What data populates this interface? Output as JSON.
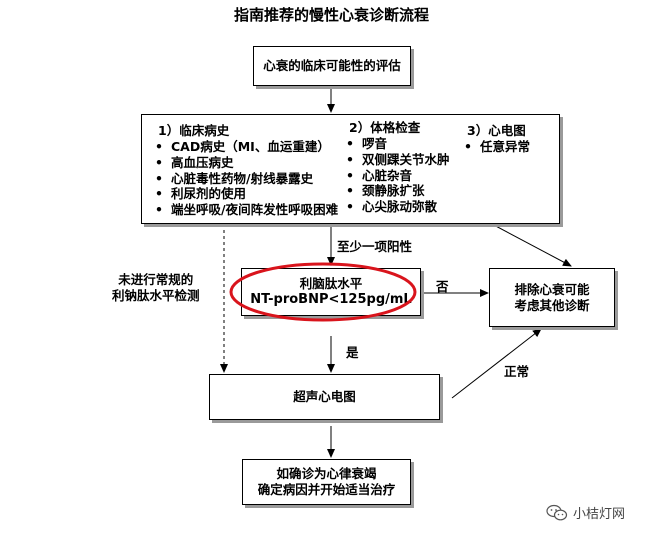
{
  "title": "指南推荐的慢性心衰诊断流程",
  "nodes": {
    "assessment": "心衰的临床可能性的评估",
    "history": {
      "heading": "1）临床病史",
      "items": [
        "CAD病史（MI、血运重建）",
        "高血压病史",
        "心脏毒性药物/射线暴露史",
        "利尿剂的使用",
        "端坐呼吸/夜间阵发性呼吸困难"
      ]
    },
    "exam": {
      "heading": "2）体格检查",
      "items": [
        "啰音",
        "双侧踝关节水肿",
        "心脏杂音",
        "颈静脉扩张",
        "心尖脉动弥散"
      ]
    },
    "ecg": {
      "heading": "3）心电图",
      "items": [
        "任意异常"
      ]
    },
    "natriuretic": {
      "line1": "利脑肽水平",
      "line2": "NT-proBNP<125pg/mL"
    },
    "exclude": {
      "line1": "排除心衰可能",
      "line2": "考虑其他诊断"
    },
    "echo": "超声心电图",
    "confirm": {
      "line1": "如确诊为心律衰竭",
      "line2": "确定病因并开始适当治疗"
    }
  },
  "edge_labels": {
    "at_least_one": "至少一项阳性",
    "no_routine": {
      "line1": "未进行常规的",
      "line2": "利钠肽水平检测"
    },
    "no": "否",
    "yes": "是",
    "normal": "正常"
  },
  "watermark": "小桔灯网",
  "colors": {
    "highlight_ellipse": "#d9141c",
    "shadow": "#9a9a9a"
  }
}
